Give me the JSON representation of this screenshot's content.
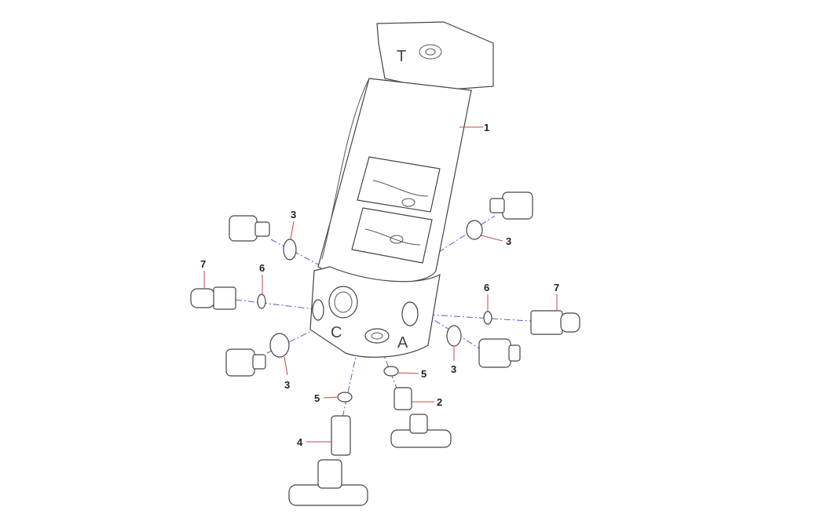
{
  "diagram": {
    "port_labels": {
      "c": "C",
      "a": "A",
      "t": "T"
    },
    "callouts": [
      {
        "id": "1",
        "label": "1"
      },
      {
        "id": "3a",
        "label": "3"
      },
      {
        "id": "3b",
        "label": "3"
      },
      {
        "id": "7a",
        "label": "7"
      },
      {
        "id": "6a",
        "label": "6"
      },
      {
        "id": "6b",
        "label": "6"
      },
      {
        "id": "7b",
        "label": "7"
      },
      {
        "id": "3c",
        "label": "3"
      },
      {
        "id": "3d",
        "label": "3"
      },
      {
        "id": "5a",
        "label": "5"
      },
      {
        "id": "5b",
        "label": "5"
      },
      {
        "id": "2",
        "label": "2"
      },
      {
        "id": "4",
        "label": "4"
      }
    ]
  }
}
